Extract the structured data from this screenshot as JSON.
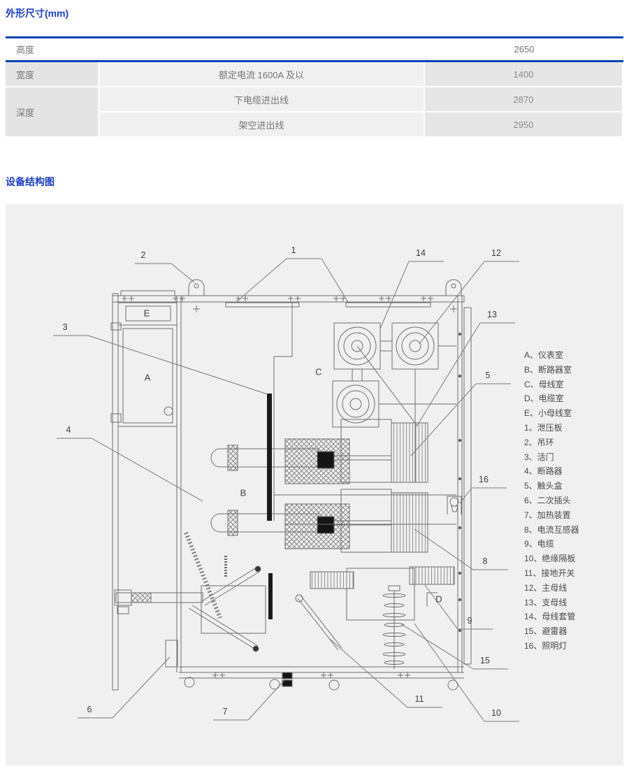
{
  "colors": {
    "heading_blue": "#1c3ec6",
    "rule_blue": "#0b44b6",
    "panel_bg": "#f0f0f1",
    "cell_gray": "#e4e4e5",
    "cell_light": "#f0f0f1"
  },
  "dimensions": {
    "title": "外形尺寸(mm)",
    "rows": [
      {
        "label": "高度",
        "spec": "",
        "value": "2650"
      },
      {
        "label": "宽度",
        "spec": "额定电流 1600A 及以",
        "value": "1400"
      },
      {
        "label": "深度",
        "spec": "下电缆进出线",
        "value": "2870"
      },
      {
        "label": "",
        "spec": "架空进出线",
        "value": "2950"
      }
    ]
  },
  "structure": {
    "title": "设备结构图"
  },
  "diagram": {
    "letters": {
      "A": "A",
      "B": "B",
      "C": "C",
      "D": "D",
      "E": "E"
    },
    "numbers": {
      "n1": "1",
      "n2": "2",
      "n3": "3",
      "n4": "4",
      "n5": "5",
      "n6": "6",
      "n7": "7",
      "n8": "8",
      "n9": "9",
      "n10": "10",
      "n11": "11",
      "n12": "12",
      "n13": "13",
      "n14": "14",
      "n15": "15",
      "n16": "16"
    }
  },
  "legend": {
    "items": [
      "A、仪表室",
      "B、断路器室",
      "C、母线室",
      "D、电缆室",
      "E、小母线室",
      "1、泄压板",
      "2、吊环",
      "3、活门",
      "4、断路器",
      "5、触头盒",
      "6、二次插头",
      "7、加热装置",
      "8、电流互感器",
      "9、电缆",
      "10、绝缘隔板",
      "11、接地开关",
      "12、主母线",
      "13、支母线",
      "14、母线套管",
      "15、避雷器",
      "16、照明灯"
    ]
  }
}
